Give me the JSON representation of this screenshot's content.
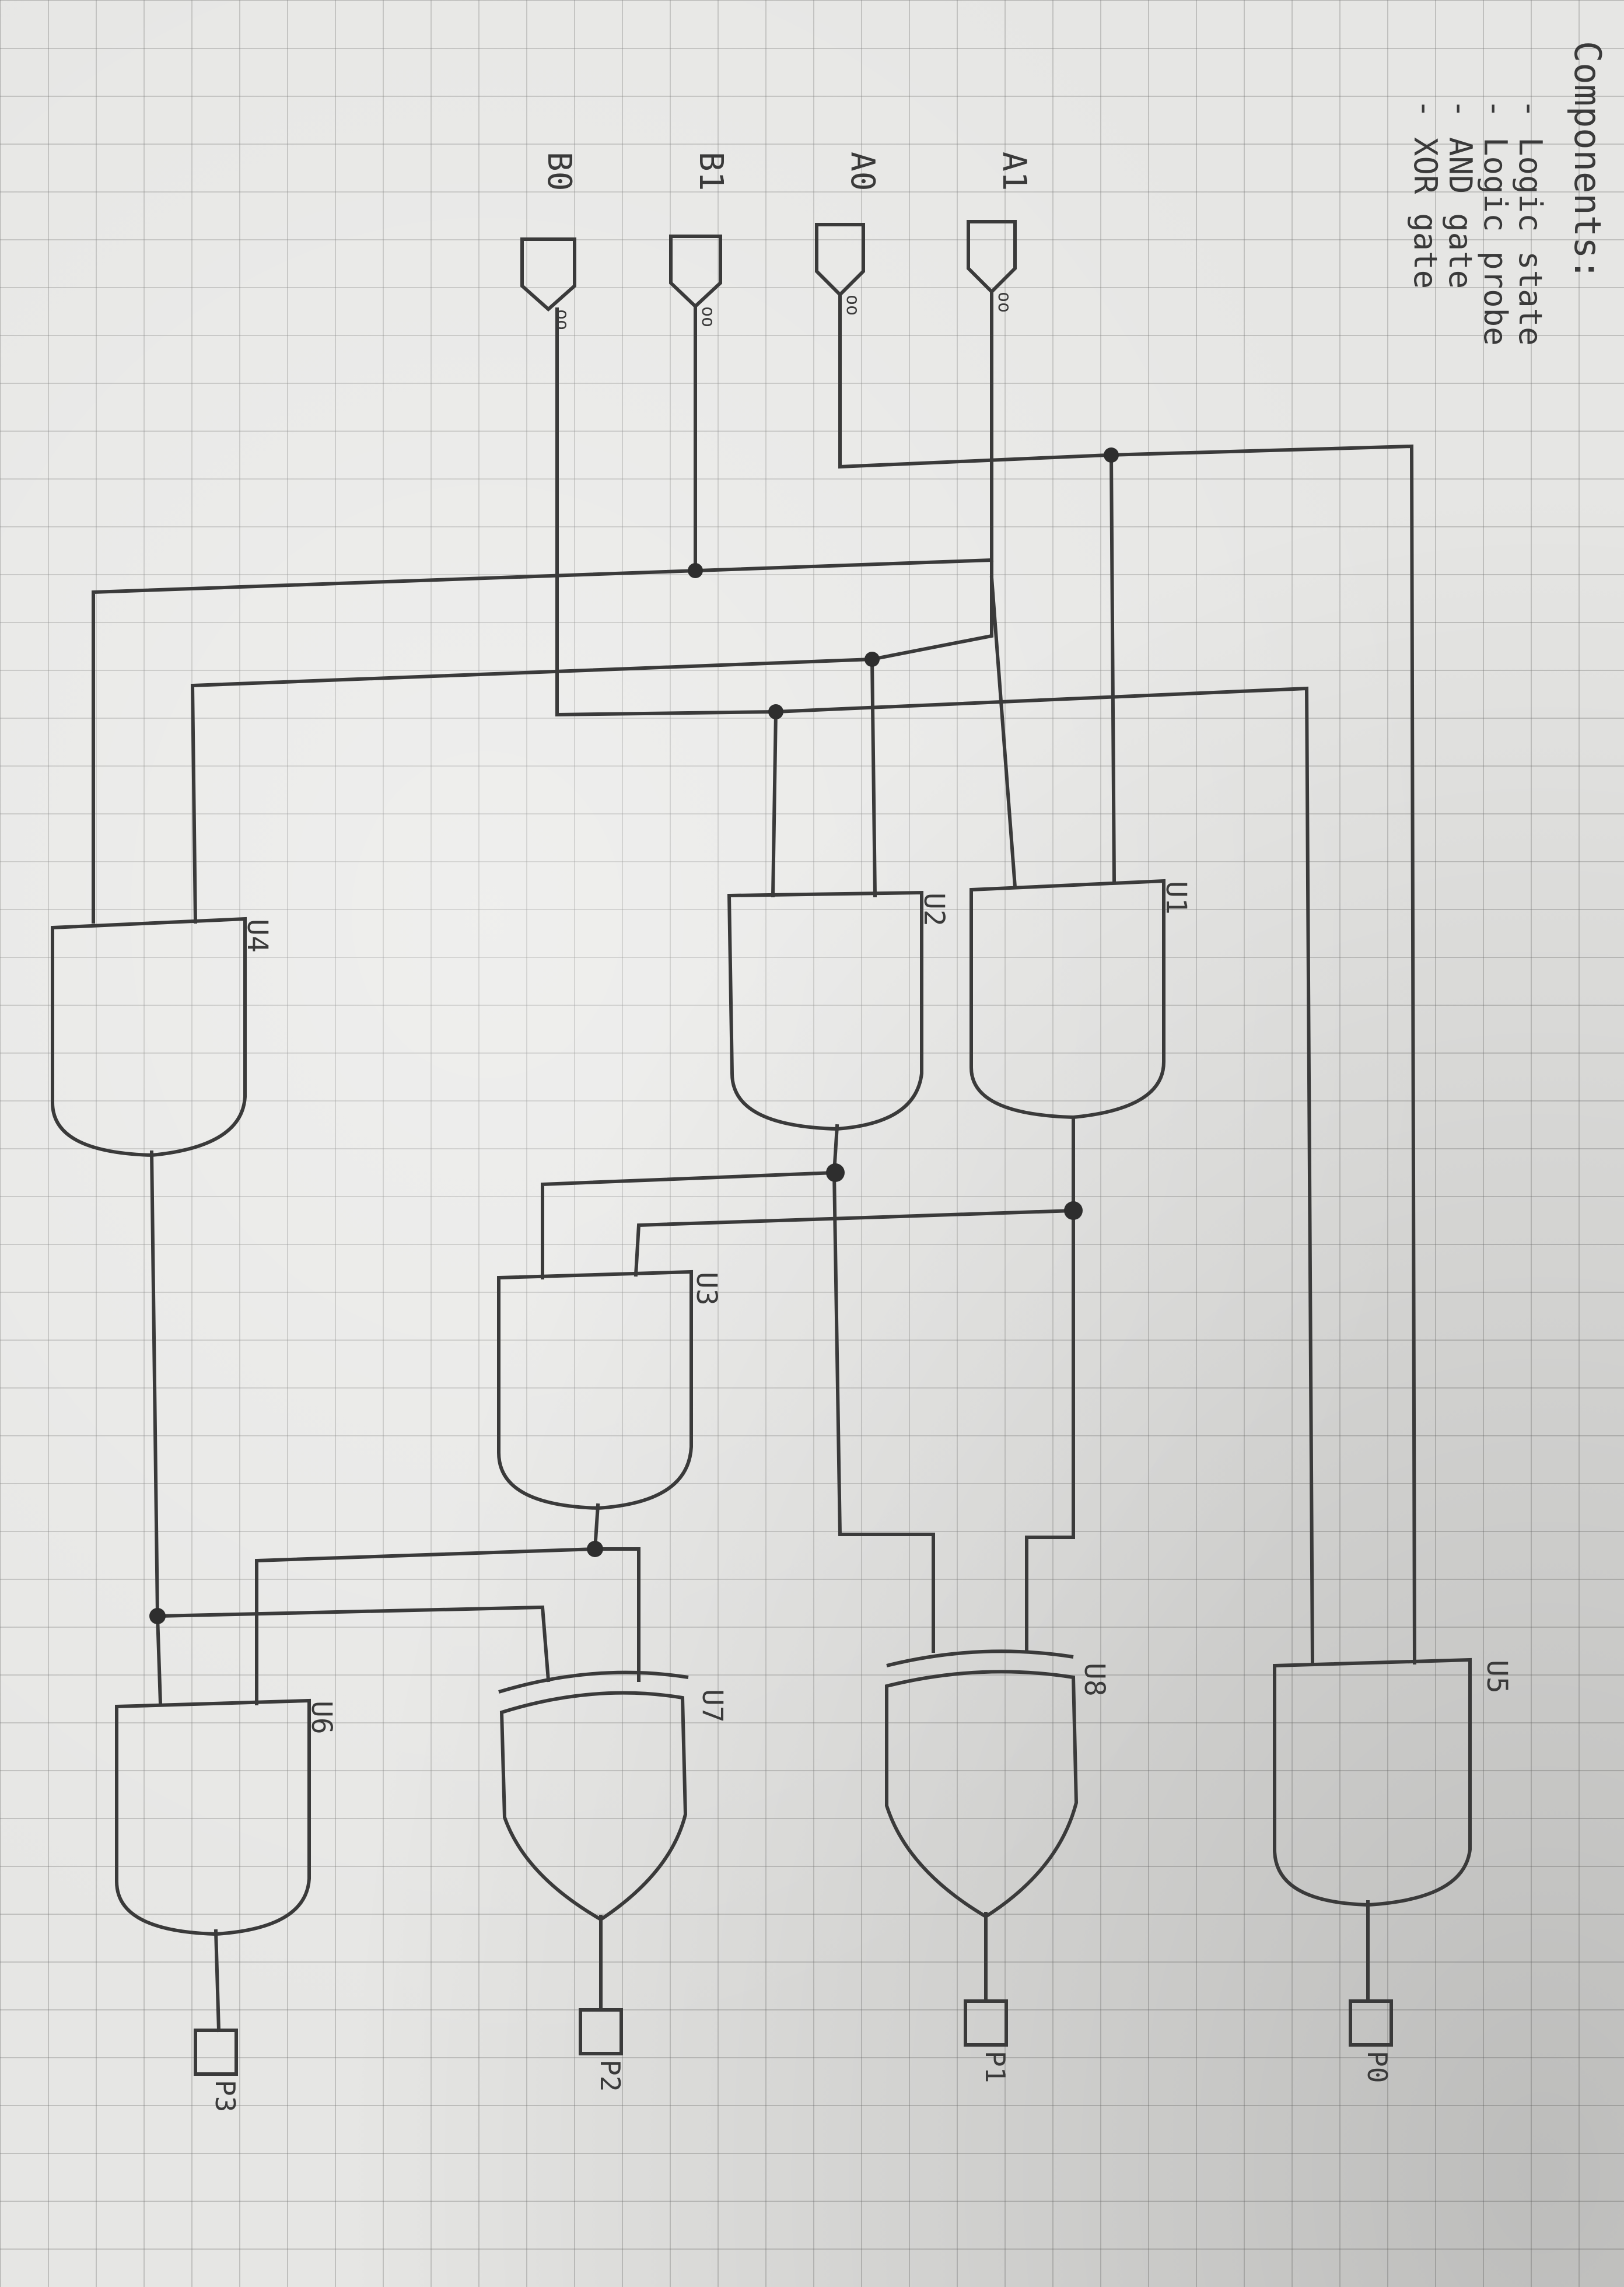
{
  "heading": "Components:",
  "component_list": [
    "- Logic state",
    "- Logic probe",
    "- AND gate",
    "- XOR gate"
  ],
  "inputs": [
    {
      "id": "A1",
      "label": "A1",
      "pins": "oo"
    },
    {
      "id": "A0",
      "label": "A0",
      "pins": "oo"
    },
    {
      "id": "B1",
      "label": "B1",
      "pins": "oo"
    },
    {
      "id": "B0",
      "label": "B0",
      "pins": "oo"
    }
  ],
  "gates": [
    {
      "id": "U1",
      "label": "U1",
      "type": "AND"
    },
    {
      "id": "U2",
      "label": "U2",
      "type": "AND"
    },
    {
      "id": "U3",
      "label": "U3",
      "type": "AND"
    },
    {
      "id": "U4",
      "label": "U4",
      "type": "AND"
    },
    {
      "id": "U5",
      "label": "U5",
      "type": "AND"
    },
    {
      "id": "U6",
      "label": "U6",
      "type": "AND"
    },
    {
      "id": "U7",
      "label": "U7",
      "type": "XOR"
    },
    {
      "id": "U8",
      "label": "U8",
      "type": "XOR"
    }
  ],
  "outputs": [
    {
      "id": "P0",
      "label": "P0"
    },
    {
      "id": "P1",
      "label": "P1"
    },
    {
      "id": "P2",
      "label": "P2"
    },
    {
      "id": "P3",
      "label": "P3"
    }
  ],
  "connections": [
    {
      "from": "A0",
      "to": "U5"
    },
    {
      "from": "B0",
      "to": "U5"
    },
    {
      "from": "A1",
      "to": "U1"
    },
    {
      "from": "A0",
      "to": "U1"
    },
    {
      "from": "A1",
      "to": "U2"
    },
    {
      "from": "B0",
      "to": "U2"
    },
    {
      "from": "B1",
      "to": "U4"
    },
    {
      "from": "A1",
      "to": "U4"
    },
    {
      "from": "U2",
      "to": "U3"
    },
    {
      "from": "U1",
      "to": "U3"
    },
    {
      "from": "U2",
      "to": "U8"
    },
    {
      "from": "U1",
      "to": "U8"
    },
    {
      "from": "U3",
      "to": "U7"
    },
    {
      "from": "U4",
      "to": "U7"
    },
    {
      "from": "U3",
      "to": "U6"
    },
    {
      "from": "U4",
      "to": "U6"
    },
    {
      "from": "U5",
      "to": "P0"
    },
    {
      "from": "U8",
      "to": "P1"
    },
    {
      "from": "U7",
      "to": "P2"
    },
    {
      "from": "U6",
      "to": "P3"
    }
  ]
}
